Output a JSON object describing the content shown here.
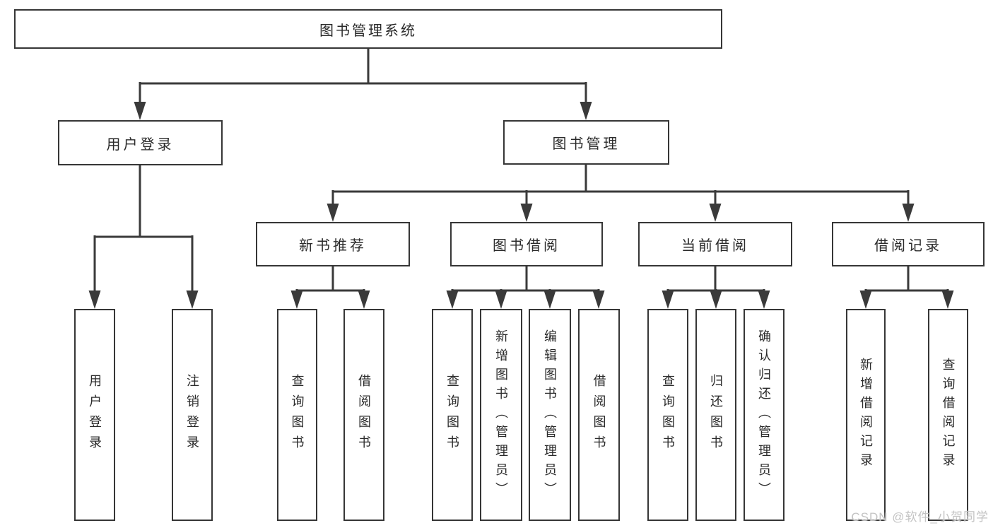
{
  "tree": {
    "root": "图书管理系统",
    "children": [
      {
        "label": "用户登录",
        "children": [
          "用户登录",
          "注销登录"
        ]
      },
      {
        "label": "图书管理",
        "children": [
          {
            "label": "新书推荐",
            "children": [
              "查询图书",
              "借阅图书"
            ]
          },
          {
            "label": "图书借阅",
            "children": [
              "查询图书",
              "新增图书（管理员）",
              "编辑图书（管理员）",
              "借阅图书"
            ]
          },
          {
            "label": "当前借阅",
            "children": [
              "查询图书",
              "归还图书",
              "确认归还（管理员）"
            ]
          },
          {
            "label": "借阅记录",
            "children": [
              "新增借阅记录",
              "查询借阅记录"
            ]
          }
        ]
      }
    ]
  },
  "watermark": "CSDN @软件_小贺同学",
  "colors": {
    "line": "#3a3a3a",
    "box_border": "#363636",
    "text": "#2a2a2a",
    "watermark": "#c3c3c3",
    "background": "#ffffff"
  }
}
